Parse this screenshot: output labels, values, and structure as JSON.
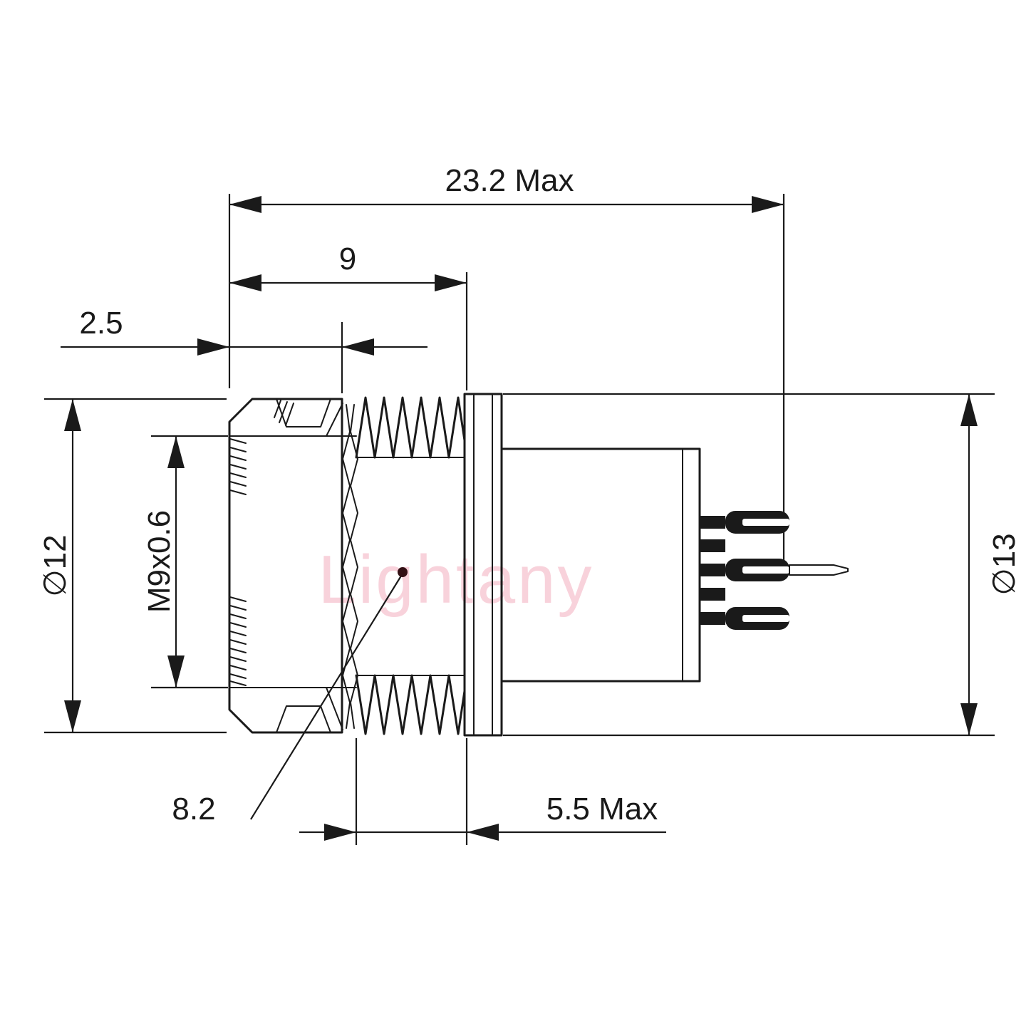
{
  "colors": {
    "line": "#1a1a1a",
    "watermark": "#f3aebe",
    "leader_dot": "#331014"
  },
  "watermark": {
    "text": "Lightany"
  },
  "dimensions": {
    "overall_length": {
      "label": "23.2 Max"
    },
    "thread_length": {
      "label": "9"
    },
    "nut_stack": {
      "label": "2.5"
    },
    "thread_spec": {
      "label": "M9x0.6"
    },
    "nut_diameter": {
      "label": "∅12"
    },
    "flange_diameter": {
      "label": "∅13"
    },
    "bore_diameter": {
      "label": "8.2"
    },
    "panel_depth_max": {
      "label": "5.5 Max"
    }
  }
}
